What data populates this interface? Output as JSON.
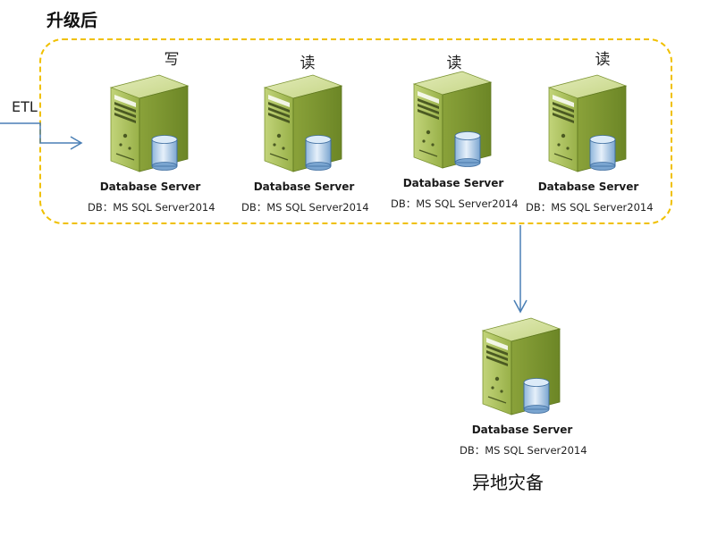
{
  "title": "升级后",
  "etl_label": "ETL",
  "servers": [
    {
      "role": "写",
      "name": "Database Server",
      "db": "DB：MS SQL Server2014"
    },
    {
      "role": "读",
      "name": "Database Server",
      "db": "DB：MS SQL Server2014"
    },
    {
      "role": "读",
      "name": "Database Server",
      "db": "DB：MS SQL Server2014"
    },
    {
      "role": "读",
      "name": "Database Server",
      "db": "DB：MS SQL Server2014"
    }
  ],
  "backup": {
    "name": "Database Server",
    "db": "DB：MS SQL Server2014",
    "label": "异地灾备"
  },
  "colors": {
    "group_border": "#f0c000",
    "arrow": "#4a7fb5",
    "server_body": "#9fb84a",
    "server_dark": "#6f8a2a",
    "cylinder": "#bcd6ef"
  }
}
